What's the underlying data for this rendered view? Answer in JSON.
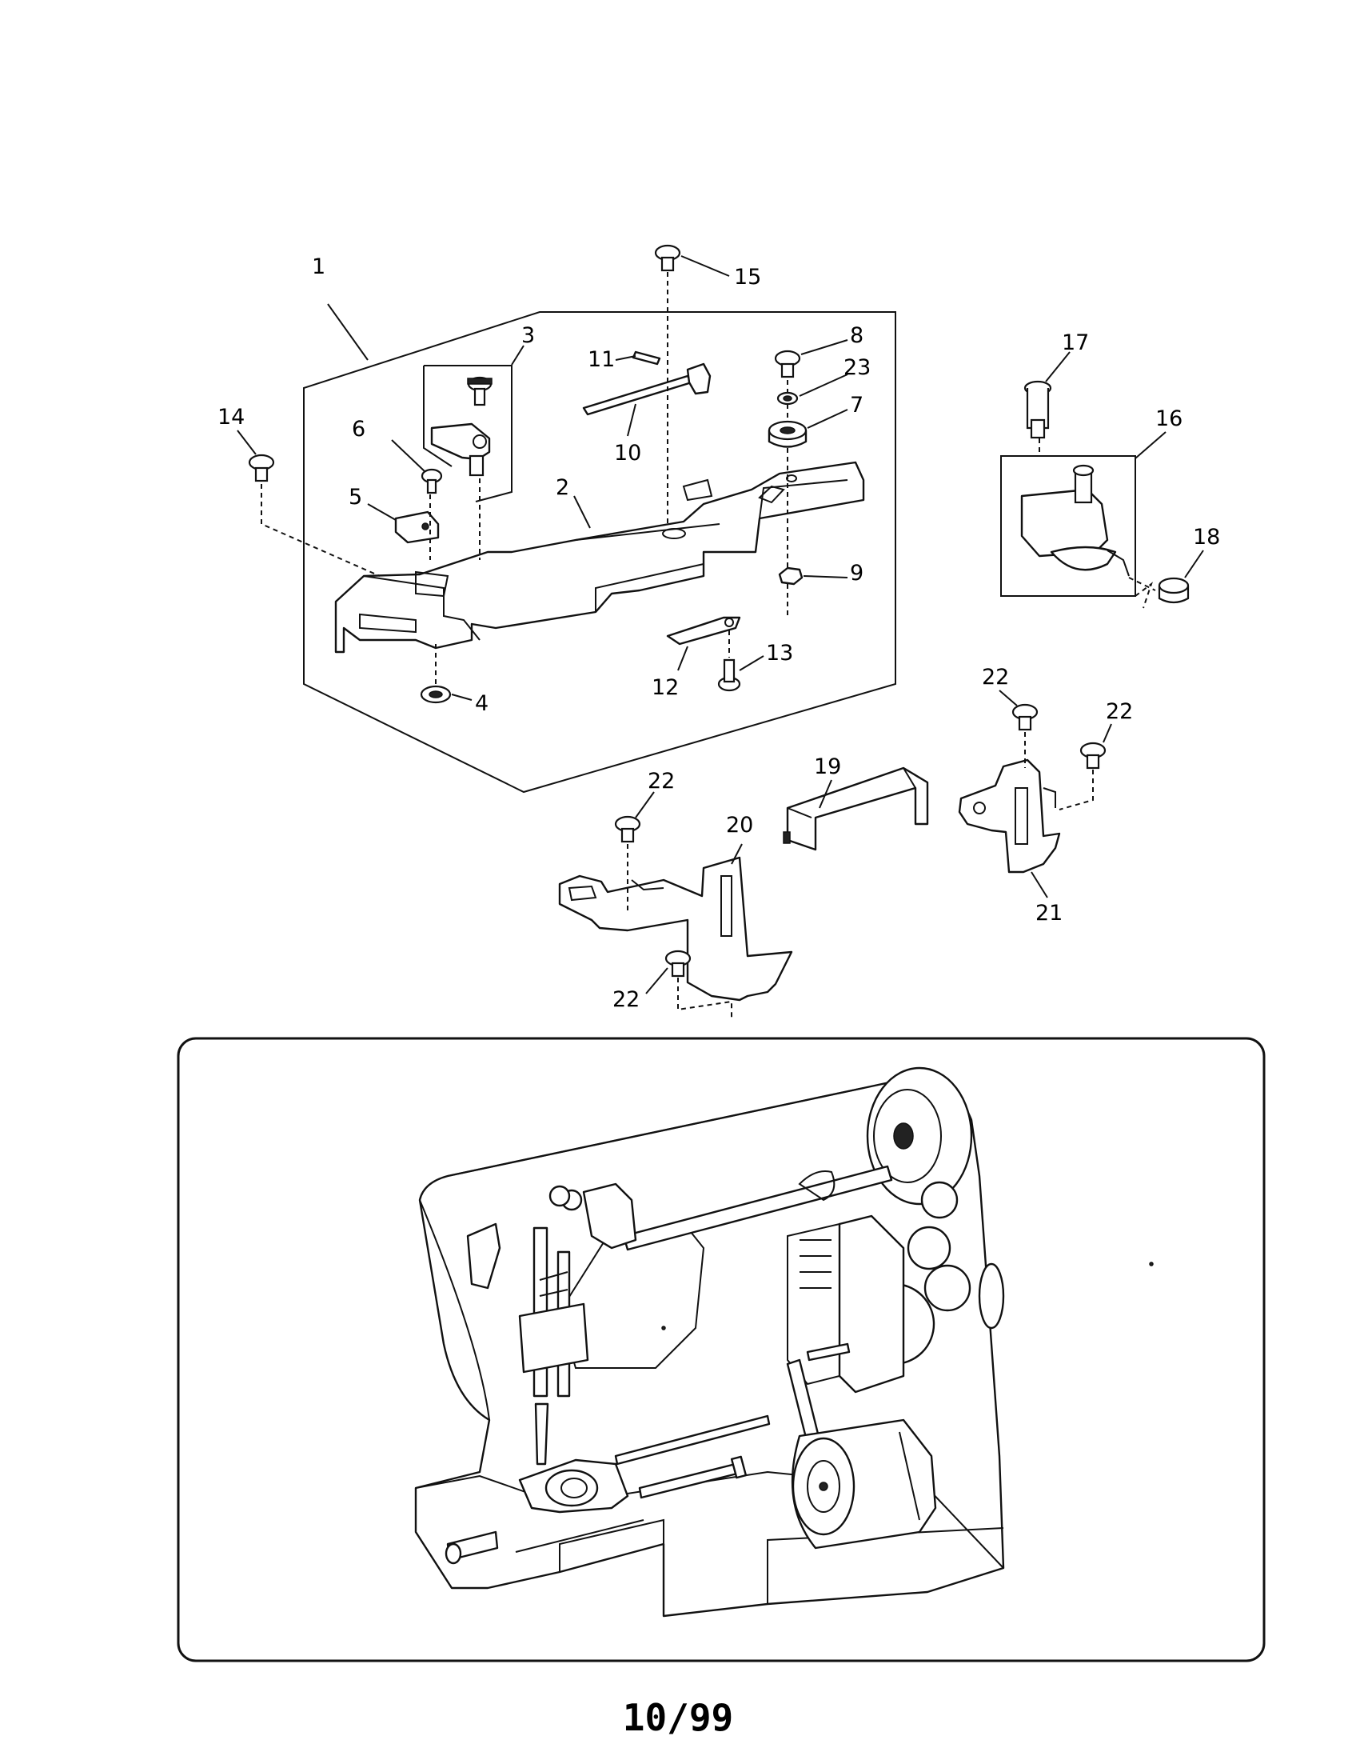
{
  "footer": {
    "date_code": "10/99"
  },
  "callouts": [
    "1",
    "2",
    "3",
    "4",
    "5",
    "6",
    "7",
    "8",
    "9",
    "10",
    "11",
    "12",
    "13",
    "14",
    "15",
    "16",
    "17",
    "18",
    "19",
    "20",
    "21",
    "22",
    "22",
    "22",
    "22",
    "23"
  ]
}
